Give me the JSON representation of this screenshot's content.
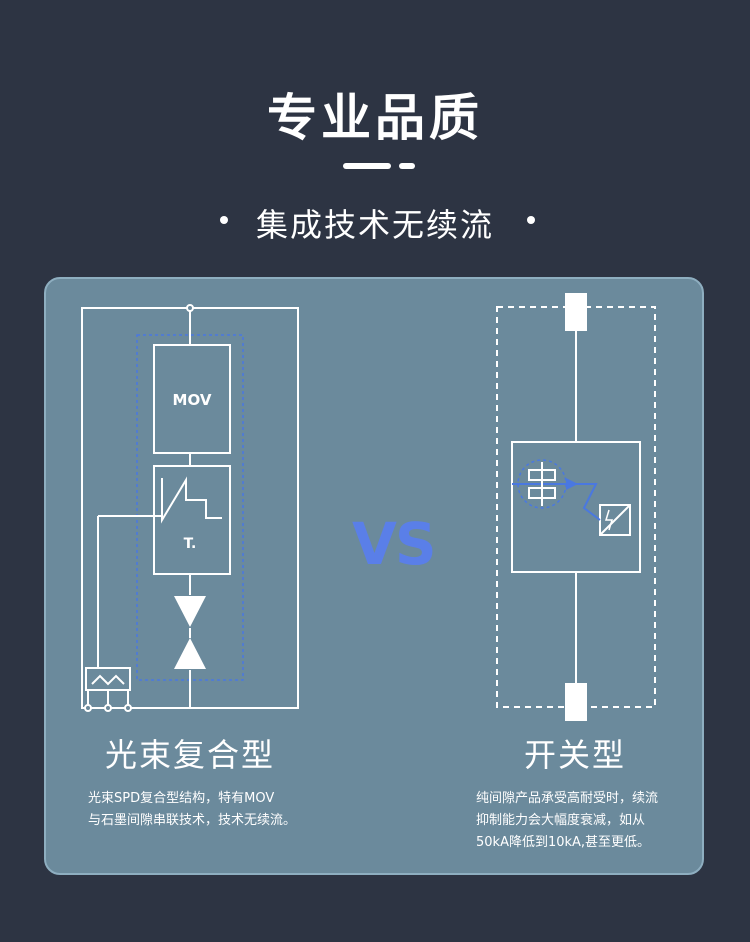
{
  "header": {
    "title": "专业品质",
    "subtitle": "集成技术无续流"
  },
  "comparison": {
    "vs_label": "VS",
    "left": {
      "name": "光束复合型",
      "mov_label": "MOV",
      "t_label": "T.",
      "description_line1": "光束SPD复合型结构，特有MOV",
      "description_line2": "与石墨间隙串联技术，技术无续流。"
    },
    "right": {
      "name": "开关型",
      "description_line1": "纯间隙产品承受高耐受时，续流",
      "description_line2": "抑制能力会大幅度衰减，如从",
      "description_line3": "50kA降低到10kA,甚至更低。"
    }
  },
  "colors": {
    "background": "#2d3443",
    "panel": "#6b8a9c",
    "accent_blue": "#5a7fe8"
  }
}
